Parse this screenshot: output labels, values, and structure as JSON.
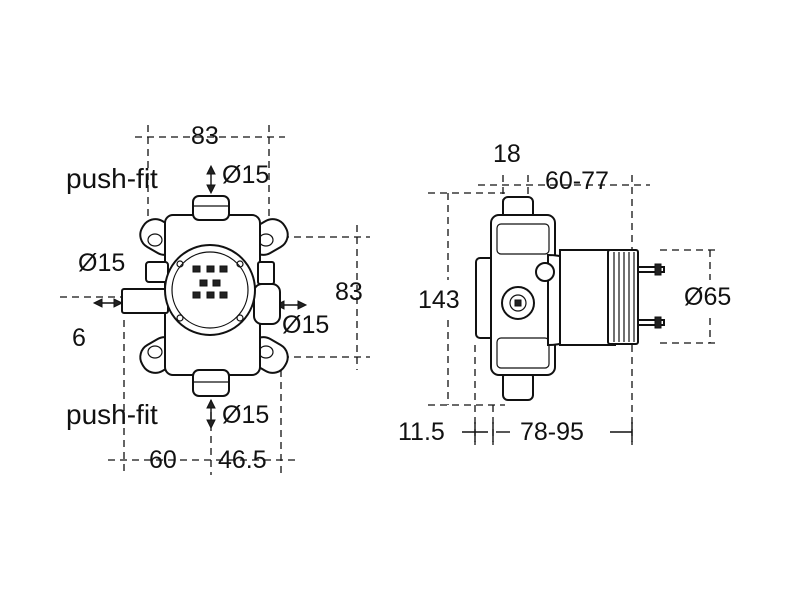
{
  "front_view": {
    "top_width": "83",
    "top_connection_type": "push-fit",
    "top_connection_dia": "Ø15",
    "left_connection_dia": "Ø15",
    "right_height": "83",
    "right_connection_dia": "Ø15",
    "left_offset": "6",
    "bottom_connection_type": "push-fit",
    "bottom_connection_dia": "Ø15",
    "bottom_left_dim": "60",
    "bottom_right_dim": "46.5"
  },
  "side_view": {
    "top_left_dim": "18",
    "top_right_dim": "60-77",
    "height": "143",
    "right_dia": "Ø65",
    "bottom_left_dim": "11.5",
    "bottom_right_dim": "78-95"
  }
}
